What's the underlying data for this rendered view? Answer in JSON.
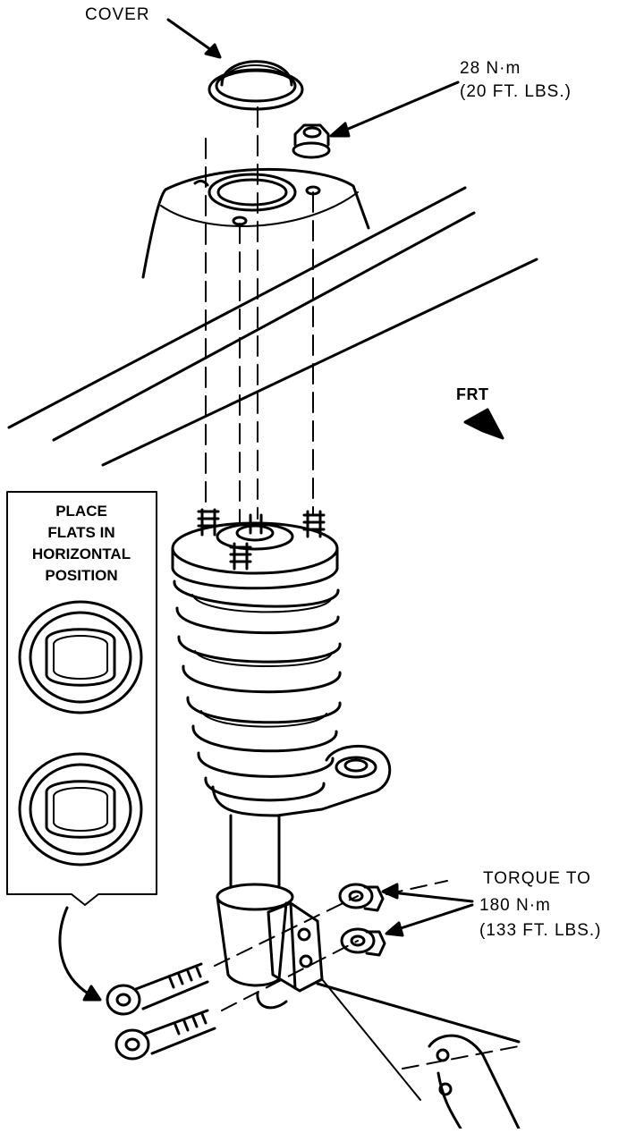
{
  "labels": {
    "cover": "COVER",
    "nut_torque_line1": "28 N·m",
    "nut_torque_line2": "(20 FT. LBS.)",
    "front": "FRT",
    "bolt_torque_line1": "TORQUE TO",
    "bolt_torque_line2": "180 N·m",
    "bolt_torque_line3": "(133 FT. LBS.)"
  },
  "panel": {
    "line1": "PLACE",
    "line2": "FLATS IN",
    "line3": "HORIZONTAL",
    "line4": "POSITION"
  }
}
